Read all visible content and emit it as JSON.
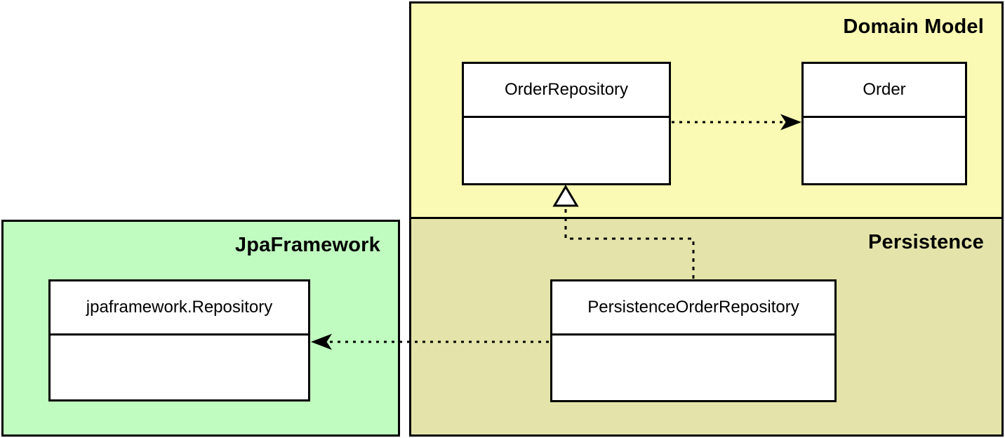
{
  "packages": {
    "domainModel": {
      "label": "Domain Model",
      "fill": "#FAFAB4"
    },
    "persistence": {
      "label": "Persistence",
      "fill": "#E4E4AA"
    },
    "jpaFramework": {
      "label": "JpaFramework",
      "fill": "#C0FCC0"
    }
  },
  "classes": {
    "orderRepository": {
      "label": "OrderRepository",
      "package": "Domain Model"
    },
    "order": {
      "label": "Order",
      "package": "Domain Model"
    },
    "persistenceOrderRepository": {
      "label": "PersistenceOrderRepository",
      "package": "Persistence"
    },
    "jpaframeworkRepository": {
      "label": "jpaframework.Repository",
      "package": "JpaFramework"
    }
  },
  "relationships": [
    {
      "from": "OrderRepository",
      "to": "Order",
      "type": "dependency",
      "line": "dashed",
      "arrowhead": "stealth"
    },
    {
      "from": "PersistenceOrderRepository",
      "to": "OrderRepository",
      "type": "realization",
      "line": "dashed",
      "arrowhead": "hollow-triangle"
    },
    {
      "from": "PersistenceOrderRepository",
      "to": "jpaframework.Repository",
      "type": "dependency",
      "line": "dashed",
      "arrowhead": "stealth"
    }
  ],
  "colors": {
    "domain_model_fill": "#FAFAB4",
    "persistence_fill": "#E4E4AA",
    "jpa_framework_fill": "#C0FCC0",
    "class_fill": "#FFFFFF",
    "border": "#000000",
    "background": "#FFFFFF"
  }
}
